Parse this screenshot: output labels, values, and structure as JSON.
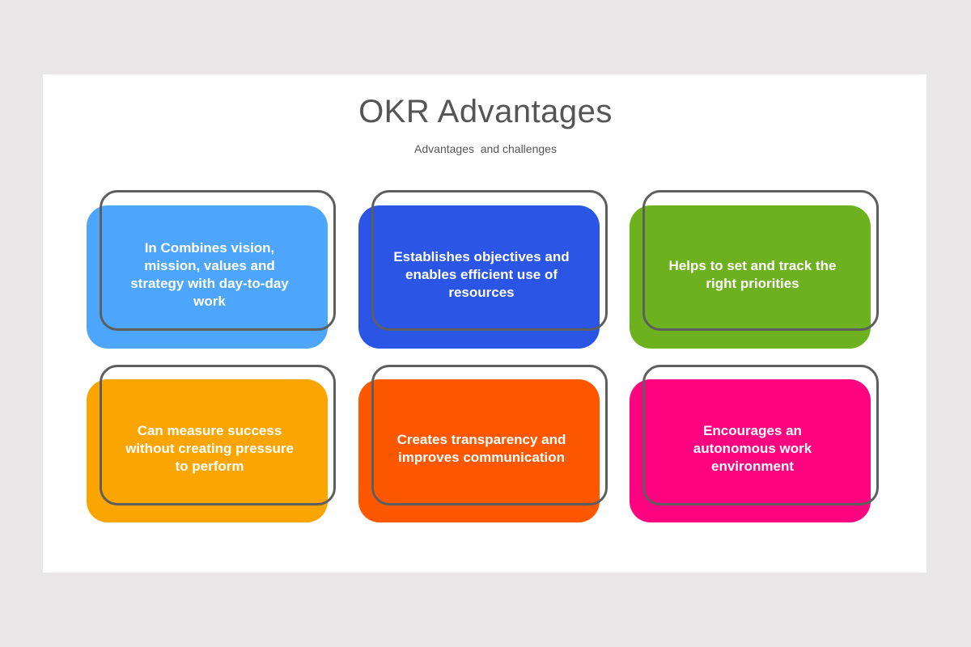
{
  "title": "OKR Advantages",
  "subtitle": "Advantages  and challenges",
  "cards": [
    {
      "text": "In Combines vision, mission, values and strategy with day-to-day work",
      "color": "#4da6fb"
    },
    {
      "text": "Establishes objectives and enables efficient use of resources",
      "color": "#2b55e4"
    },
    {
      "text": "Helps to set and track the right priorities",
      "color": "#6db11e"
    },
    {
      "text": "Can measure success without creating pressure to perform",
      "color": "#fba502"
    },
    {
      "text": "Creates transparency and improves communication",
      "color": "#fd5800"
    },
    {
      "text": "Encourages an autonomous work environment",
      "color": "#fd037f"
    }
  ],
  "outline_color": "#5e5e5e"
}
